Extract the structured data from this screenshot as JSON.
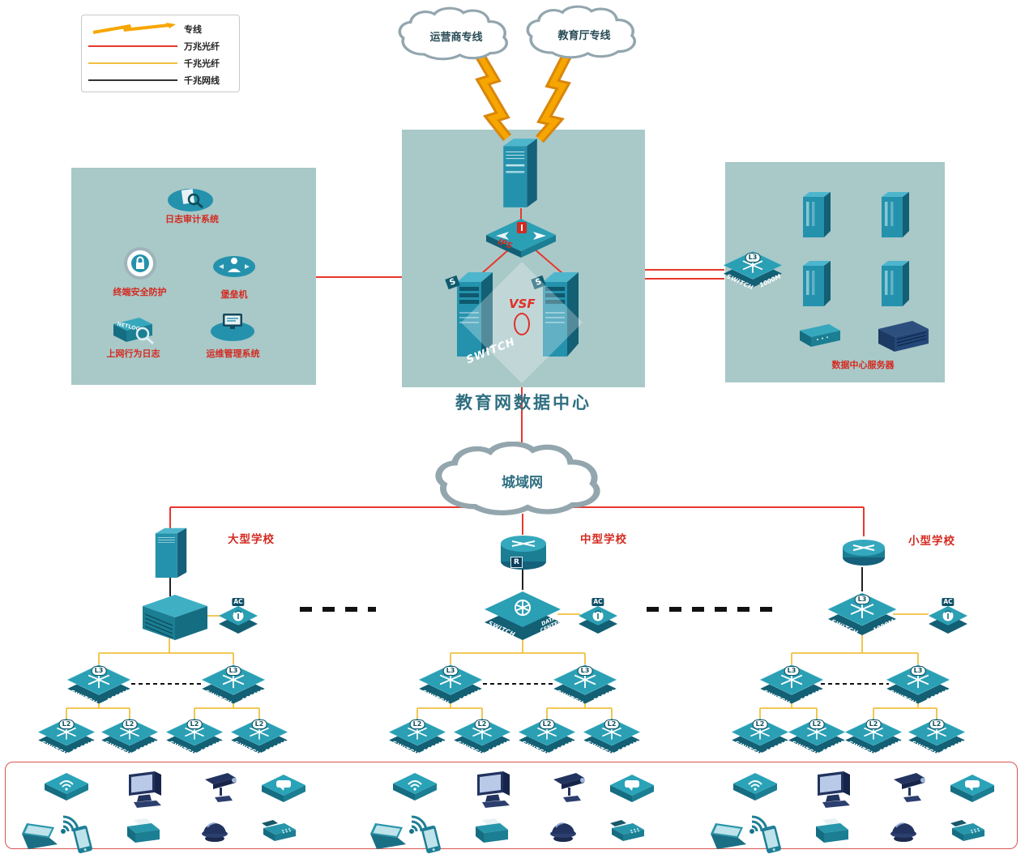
{
  "legend": {
    "items": [
      "专线",
      "万兆光纤",
      "千兆光纤",
      "千兆网线"
    ]
  },
  "clouds": {
    "carrier": "运营商专线",
    "education": "教育厅专线",
    "man": "城域网"
  },
  "datacenter": {
    "title": "教育网数据中心",
    "servers_label": "数据中心服务器"
  },
  "security": {
    "log_audit": "日志审计系统",
    "terminal": "终端安全防护",
    "bastion": "堡垒机",
    "netlog": "上网行为日志",
    "ops": "运维管理系统"
  },
  "schools": {
    "large": "大型学校",
    "medium": "中型学校",
    "small": "小型学校"
  },
  "labels": {
    "switch": "SWITCH",
    "speed": "1000M",
    "l3": "L3",
    "l2": "L2",
    "ac": "AC",
    "ips": "IPS",
    "vsf": "VSF",
    "r": "R",
    "s": "S",
    "netlog": "NETLOG",
    "data_center": "DATA CENTER"
  }
}
